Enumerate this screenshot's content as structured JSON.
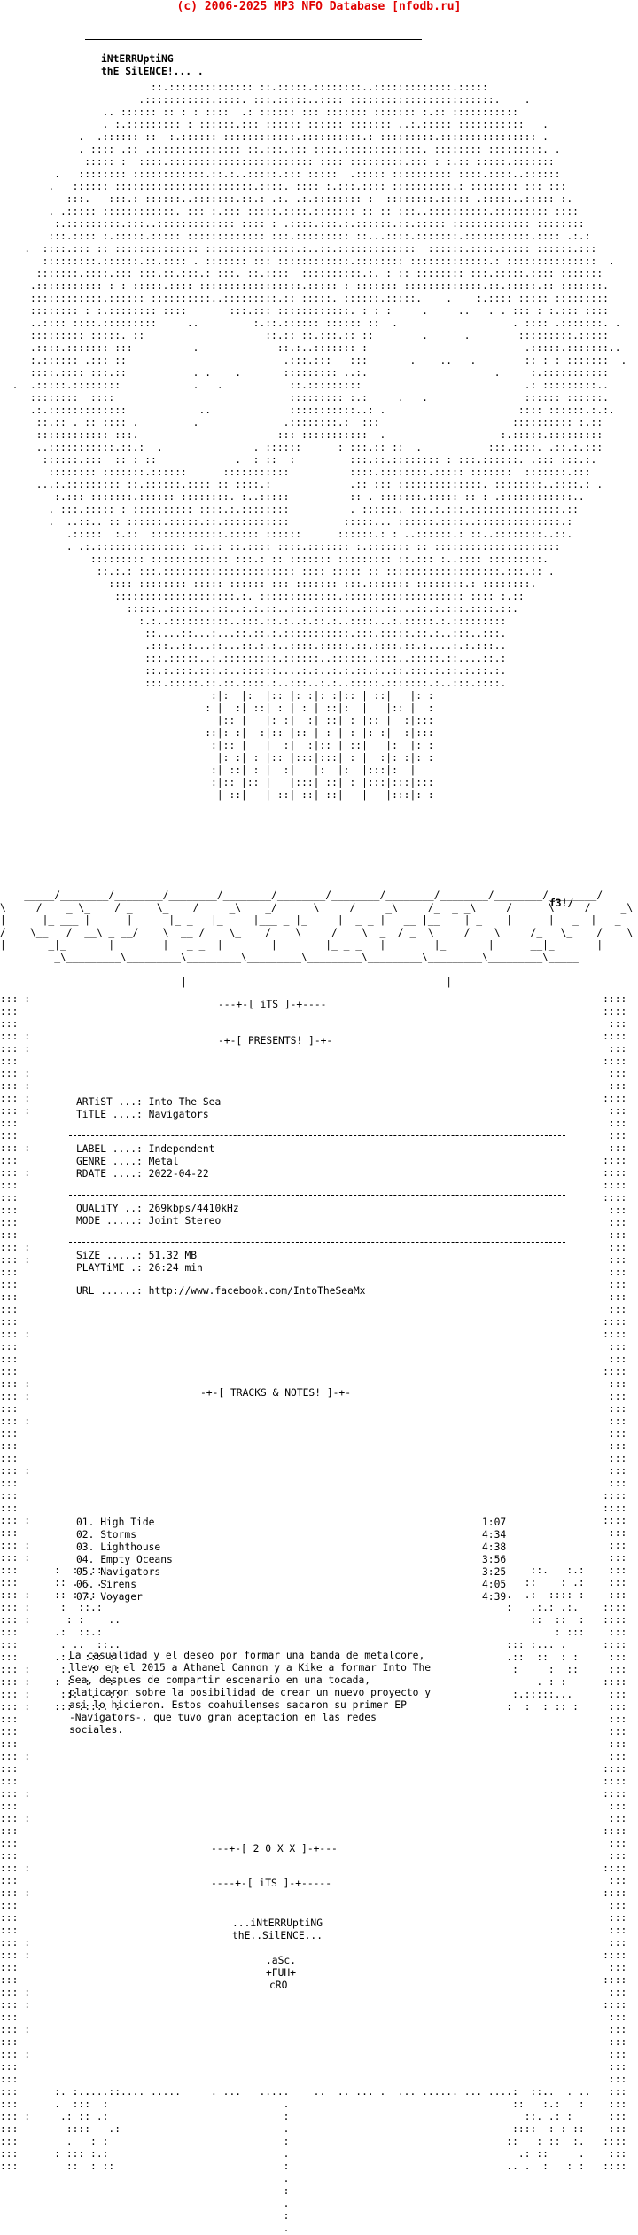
{
  "header": {
    "credit": "(c) 2006-2025 MP3 NFO Database [nfodb.ru]"
  },
  "logo": {
    "line1": "iNtERRUptiNG",
    "line2": "thE SilENCE!... ."
  },
  "banner": {
    "group_tag": "f3!/"
  },
  "sections": {
    "its": "---+-[ iTS ]-+----",
    "presents": "-+-[ PRESENTS! ]-+-",
    "tracks_notes": "-+-[ TRACKS & NOTES! ]-+-",
    "year": "---+-[ 2 0 X X ]-+---",
    "its2": "----+-[ iTS ]-+-----"
  },
  "release": {
    "artist": {
      "label": "ARTiST ...:",
      "value": "Into The Sea"
    },
    "title": {
      "label": "TiTLE ....:",
      "value": "Navigators"
    },
    "label": {
      "label": "LABEL ....:",
      "value": "Independent"
    },
    "genre": {
      "label": "GENRE ....:",
      "value": "Metal"
    },
    "rdate": {
      "label": "RDATE ....:",
      "value": "2022-04-22"
    },
    "quality": {
      "label": "QUALiTY ..:",
      "value": "269kbps/4410kHz"
    },
    "mode": {
      "label": "MODE .....:",
      "value": "Joint Stereo"
    },
    "size": {
      "label": "SiZE .....:",
      "value": "51.32 MB"
    },
    "playtime": {
      "label": "PLAYTiME .:",
      "value": "26:24 min"
    },
    "url": {
      "label": "URL ......:",
      "value": "http://www.facebook.com/IntoTheSeaMx"
    }
  },
  "tracks": [
    {
      "title": "01. High Tide",
      "time": "1:07"
    },
    {
      "title": "02. Storms",
      "time": "4:34"
    },
    {
      "title": "03. Lighthouse",
      "time": "4:38"
    },
    {
      "title": "04. Empty Oceans",
      "time": "3:56"
    },
    {
      "title": "05. Navigators",
      "time": "3:25"
    },
    {
      "title": "06. Sirens",
      "time": "4:05"
    },
    {
      "title": "07. Voyager",
      "time": "4:39"
    }
  ],
  "notes": [
    "La casualidad y el deseo por formar una banda de metalcore,",
    "llevo en el 2015 a Athanel Cannon y a Kike a formar Into The",
    "Sea, despues de compartir escenario en una tocada,",
    "platicaron sobre la posibilidad de crear un nuevo proyecto y",
    "asi lo hicieron. Estos coahuilenses sacaron su primer EP",
    "-Navigators-, que tuvo gran aceptacion en las redes",
    "sociales."
  ],
  "footer": {
    "line1": "...iNtERRUptiNG",
    "line2": "thE..SilENCE...",
    "line3": ".aSc.",
    "line4": "+FUH+",
    "line5": "cRO"
  }
}
